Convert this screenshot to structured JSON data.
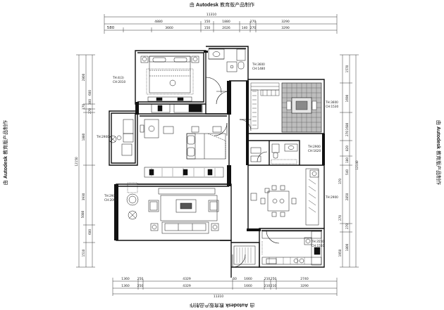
{
  "watermark": "由 Autodesk 教育版产品制作",
  "watermark_prefix": "由 ",
  "watermark_brand": "Autodesk",
  "watermark_suffix": " 教育版产品制作",
  "top_dims": {
    "total": "11310",
    "row1": [
      "4880",
      "150",
      "1880",
      "270",
      "3290"
    ],
    "row2_lead": "580",
    "row2": [
      "3660",
      "150",
      "2026",
      "140",
      "270",
      "3290"
    ]
  },
  "bottom_dims": {
    "row1": [
      "1360",
      "250",
      "4329",
      "60",
      "1660",
      "210",
      "250",
      "2740"
    ],
    "row2": [
      "1360",
      "250",
      "4329",
      "",
      "1660",
      "210",
      "210",
      "3290"
    ],
    "total": "11310"
  },
  "left_dims": {
    "total": "12150",
    "group_a": [
      "2800",
      "1880",
      "600",
      "270",
      "170",
      "300"
    ],
    "group_b": [
      "2800",
      "5080",
      "3930",
      "600",
      "1510"
    ]
  },
  "right_dims": {
    "total": "12140",
    "values": [
      "1570",
      "1690",
      "1680",
      "270",
      "820",
      "180",
      "540",
      "2850",
      "270",
      "1800",
      "370",
      "270",
      "1950"
    ]
  },
  "room_labels": [
    {
      "a": "TH:4(3)",
      "b": "CH:2010"
    },
    {
      "a": "TH:3600",
      "b": "CH:1480"
    },
    {
      "a": "TH:3600",
      "b": "CH:1530"
    },
    {
      "a": "TH:2900",
      "b": ""
    },
    {
      "a": "TH:2900",
      "b": "CH:1620"
    },
    {
      "a": "TH:2900",
      "b": "CH:2090"
    },
    {
      "a": "TH:2900",
      "b": ""
    },
    {
      "a": "TH:3550",
      "b": "CH:1550"
    }
  ],
  "colors": {
    "line": "#111111",
    "hatch": "#555555"
  }
}
